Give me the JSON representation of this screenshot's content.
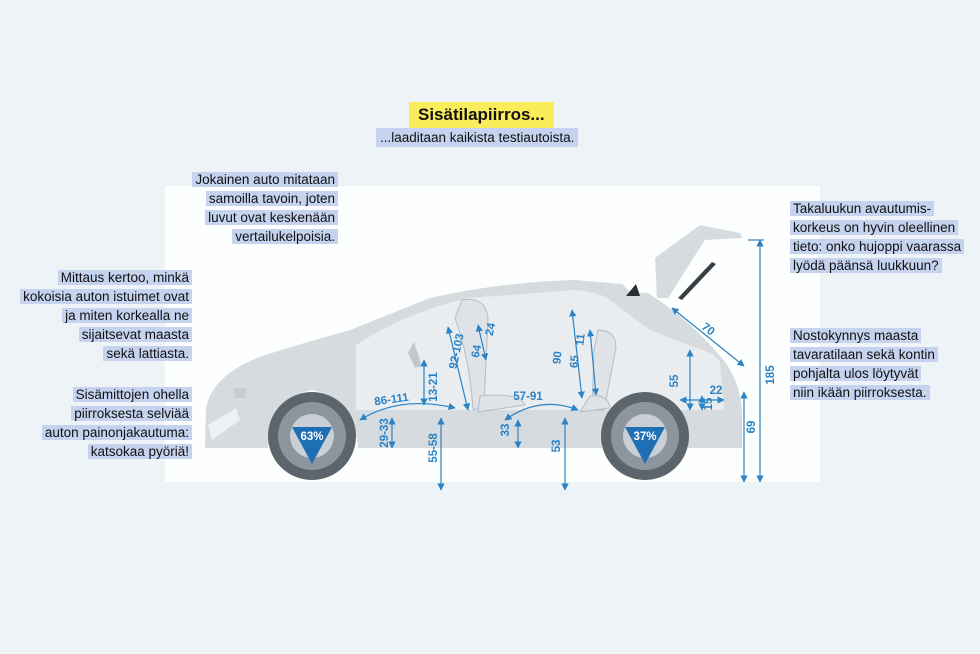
{
  "title": "Sisätilapiirros...",
  "subtitle": "...laaditaan kaikista testiautoista.",
  "notes": {
    "top": [
      "Jokainen auto mitataan",
      "samoilla tavoin, joten",
      "luvut ovat keskenään",
      "vertailukelpoisia."
    ],
    "seats": [
      "Mittaus kertoo, minkä",
      "kokoisia auton istuimet ovat",
      "ja miten korkealla ne",
      "sijaitsevat maasta",
      "sekä lattiasta."
    ],
    "weight": [
      "Sisämittojen ohella",
      "piirroksesta selviää",
      "auton painonjakautuma:",
      "katsokaa pyöriä!"
    ],
    "hatch": [
      "Takaluukun avautumis-",
      "korkeus on hyvin oleellinen",
      "tieto: onko hujoppi vaarassa",
      "lyödä päänsä luukkuun?"
    ],
    "cargo": [
      "Nostokynnys maasta",
      "tavaratilaan sekä kontin",
      "pohjalta ulos löytyvät",
      "niin ikään piirroksesta."
    ]
  },
  "wheels": {
    "front_pct": "63%",
    "rear_pct": "37%"
  },
  "dimensions": {
    "front_legroom": "86-111",
    "front_seat_height_floor": "13-21",
    "front_headroom": "92-103",
    "front_backrest": "64",
    "front_headrest": "24",
    "front_cushion_floor": "29-33",
    "front_seat_ground": "55-58",
    "rear_legroom": "57-91",
    "rear_headroom": "90",
    "rear_backrest": "65",
    "rear_headrest": "11",
    "rear_cushion_floor": "33",
    "rear_seat_ground": "53",
    "trunk_height": "55",
    "trunk_lip": "22",
    "trunk_step": "15",
    "hatch_diag": "70",
    "hatch_height": "185",
    "load_sill": "69"
  },
  "colors": {
    "accent_blue": "#2b83c6",
    "car_body": "#d6dbe0",
    "highlight_yellow": "#fbec5a",
    "label_bg": "#c5d3ef"
  }
}
